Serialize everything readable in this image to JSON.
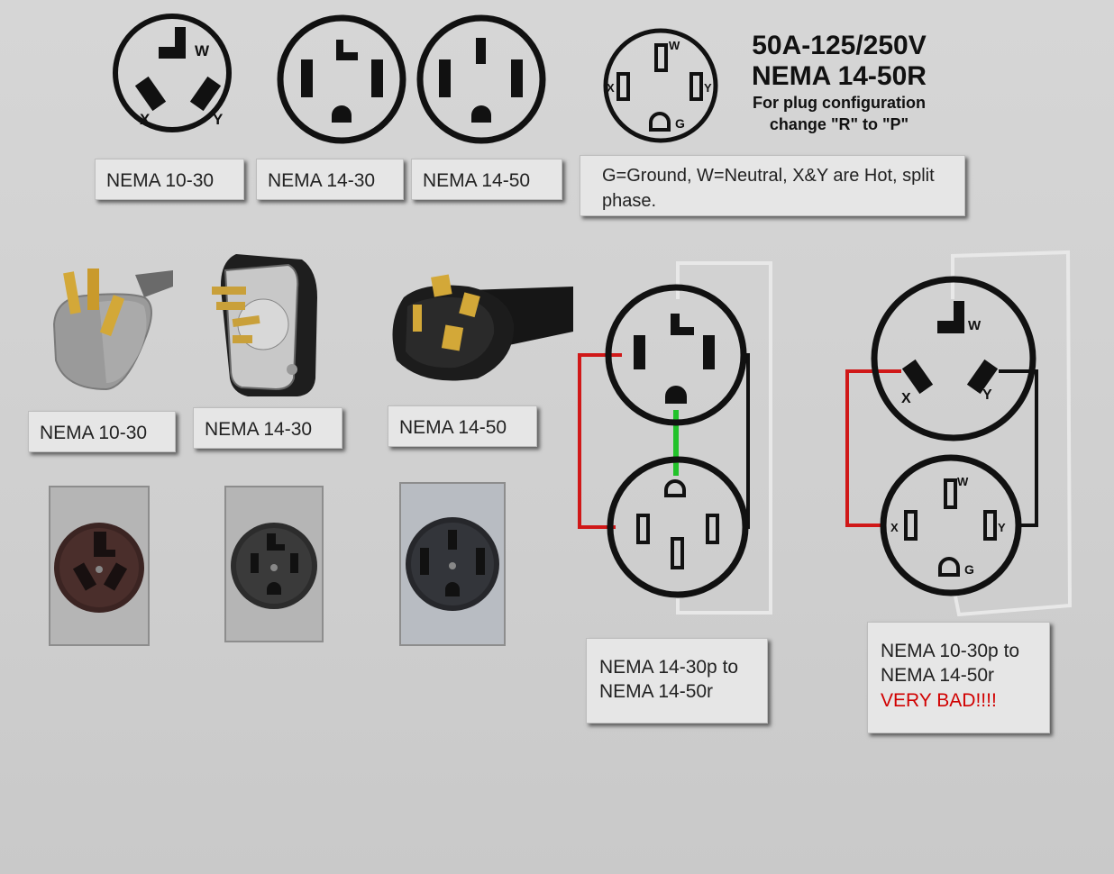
{
  "top_labels": {
    "nema_10_30": "NEMA 10-30",
    "nema_14_30": "NEMA 14-30",
    "nema_14_50": "NEMA 14-50",
    "legend": "G=Ground, W=Neutral, X&Y are Hot, split phase."
  },
  "receptacle_title": {
    "rating": "50A-125/250V",
    "model": "NEMA 14-50R",
    "note_line1": "For plug configuration",
    "note_line2": "change \"R\" to \"P\""
  },
  "terminal_letters": {
    "w": "W",
    "x": "X",
    "y": "Y",
    "g": "G"
  },
  "plug_labels": {
    "nema_10_30": "NEMA 10-30",
    "nema_14_30": "NEMA 14-30",
    "nema_14_50": "NEMA 14-50"
  },
  "adapter_labels": {
    "adapter_good_line1": "NEMA 14-30p to",
    "adapter_good_line2": "NEMA 14-50r",
    "adapter_bad_line1": "NEMA 10-30p to",
    "adapter_bad_line2": "NEMA 14-50r",
    "adapter_bad_warning": "VERY BAD!!!!"
  },
  "colors": {
    "hot_red_wire": "#d01818",
    "ground_green_wire": "#22c22a",
    "line_black": "#111111",
    "neutral_grey_wire": "#e8e8e8",
    "warning_red": "#d10000",
    "label_bg": "#e6e6e6"
  }
}
